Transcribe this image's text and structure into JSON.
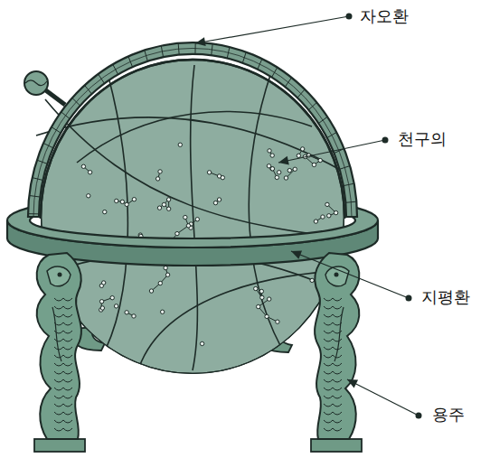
{
  "diagram": {
    "labels": [
      "자오환",
      "천구의",
      "지평환",
      "용주"
    ]
  }
}
